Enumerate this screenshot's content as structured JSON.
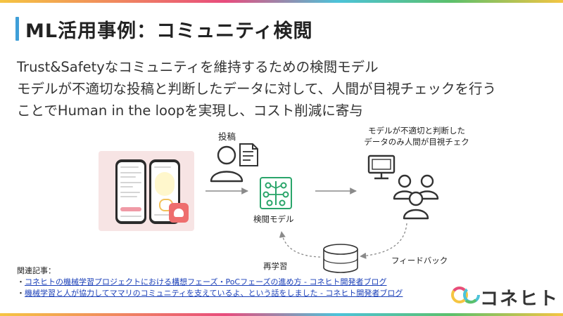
{
  "slide": {
    "title": "ML活用事例：コミュニティ検閲",
    "description": [
      "Trust&Safetyなコミュニティを維持するための検閲モデル",
      "モデルが不適切な投稿と判断したデータに対して、人間が目視チェックを行う",
      "ことでHuman in the loopを実現し、コスト削減に寄与"
    ]
  },
  "diagram": {
    "post_label": "投稿",
    "model_label": "検閲モデル",
    "human_check_label_1": "モデルが不適切と判断した",
    "human_check_label_2": "データのみ人間が目視チェク",
    "feedback_label": "フィードバック",
    "retrain_label": "再学習"
  },
  "references": {
    "heading": "関連記事：",
    "links": [
      {
        "bullet": "・",
        "text": "コネヒトの機械学習プロジェクトにおける構想フェーズ・PoCフェーズの進め方 - コネヒト開発者ブログ"
      },
      {
        "bullet": "・",
        "text": "機械学習と人が協力してママリのコミュニティを支えているよ、という話をしました - コネヒト開発者ブログ"
      }
    ]
  },
  "logo": {
    "text": "コネヒト",
    "colors": [
      "#f5c542",
      "#e84c7d",
      "#4cc3d9",
      "#5bc06c"
    ]
  },
  "colors": {
    "accent": "#3f9fd8",
    "model_green": "#2aa56a",
    "arrow_gray": "#8a8a8a",
    "link_blue": "#1a3fb8"
  }
}
